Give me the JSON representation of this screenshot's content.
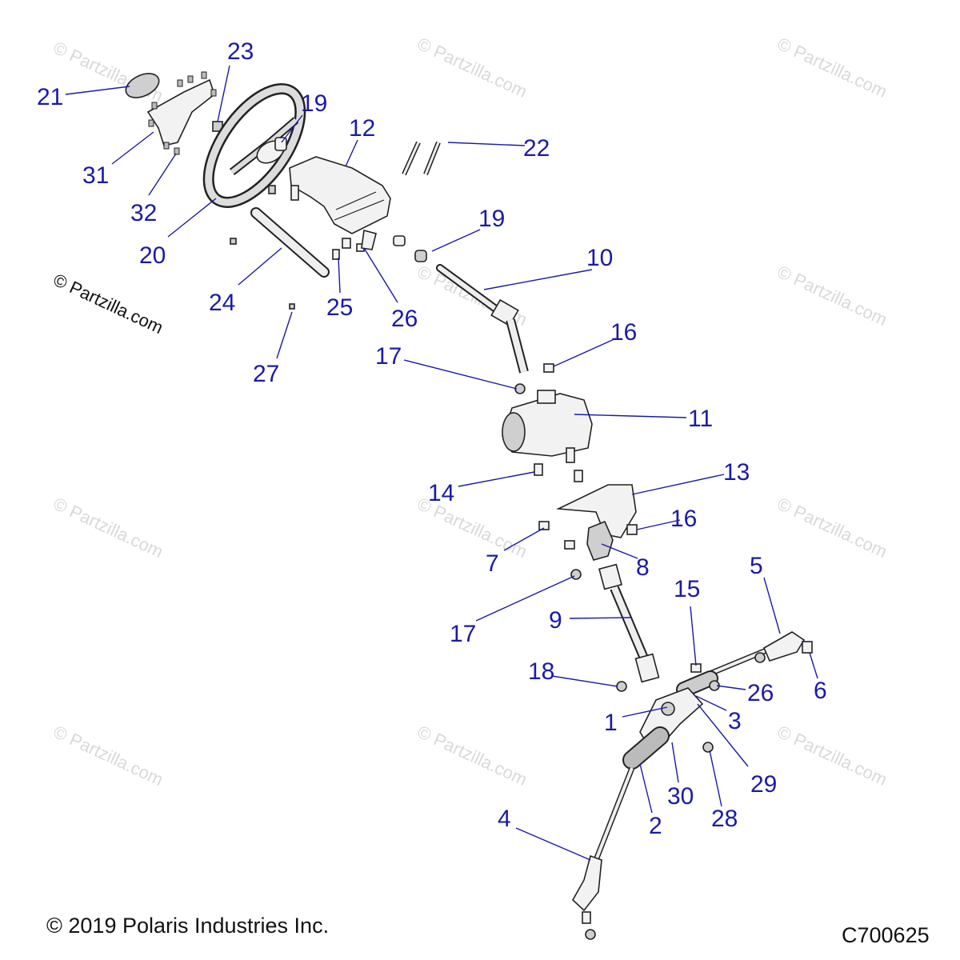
{
  "watermarks": [
    "© Partzilla.com",
    "© Partzilla.com",
    "© Partzilla.com",
    "© Partzilla.com",
    "© Partzilla.com",
    "© Partzilla.com",
    "© Partzilla.com",
    "© Partzilla.com",
    "© Partzilla.com",
    "© Partzilla.com",
    "© Partzilla.com"
  ],
  "credit": "© Partzilla.com",
  "copyright": "© 2019 Polaris Industries Inc.",
  "diagram_code": "C700625",
  "callouts": [
    "21",
    "23",
    "19",
    "12",
    "22",
    "31",
    "32",
    "20",
    "19",
    "24",
    "25",
    "26",
    "10",
    "27",
    "17",
    "16",
    "11",
    "14",
    "13",
    "7",
    "16",
    "8",
    "5",
    "15",
    "17",
    "9",
    "18",
    "26",
    "6",
    "1",
    "3",
    "29",
    "30",
    "28",
    "4",
    "2"
  ]
}
